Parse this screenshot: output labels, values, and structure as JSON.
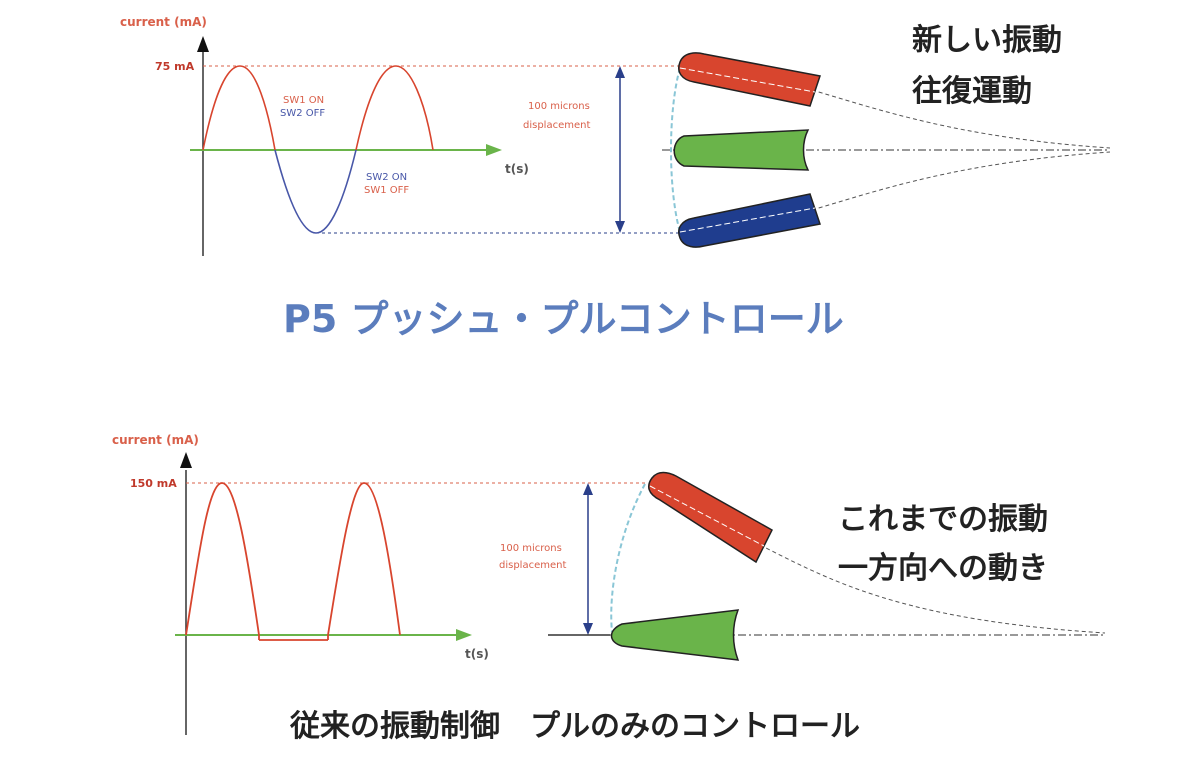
{
  "colors": {
    "red": "#d8452e",
    "green": "#6ab44a",
    "blue": "#1f3d8e",
    "axis": "#333333",
    "title_blue": "#5b7dbd",
    "guide": "#d9604a",
    "dash_blue": "#2a3f8a"
  },
  "top_panel": {
    "y_axis_label": "current (mA)",
    "peak_label": "75 mA",
    "x_axis_label": "t(s)",
    "phase1_line1": "SW1 ON",
    "phase1_line2": "SW2 OFF",
    "phase2_line1": "SW2 ON",
    "phase2_line2": "SW1 OFF",
    "displacement_line1": "100 microns",
    "displacement_line2": "displacement",
    "caption_line1": "新しい振動",
    "caption_line2": "往復運動",
    "waveform": "push-pull sine (positive and negative half cycles)"
  },
  "middle_title": "P5 プッシュ・プルコントロール",
  "bottom_panel": {
    "y_axis_label": "current (mA)",
    "peak_label": "150 mA",
    "x_axis_label": "t(s)",
    "displacement_line1": "100 microns",
    "displacement_line2": "displacement",
    "caption_line1": "これまでの振動",
    "caption_line2": "一方向への動き",
    "bottom_caption": "従来の振動制御　プルのみのコントロール",
    "waveform": "pull-only half-wave (positive pulses only)"
  }
}
